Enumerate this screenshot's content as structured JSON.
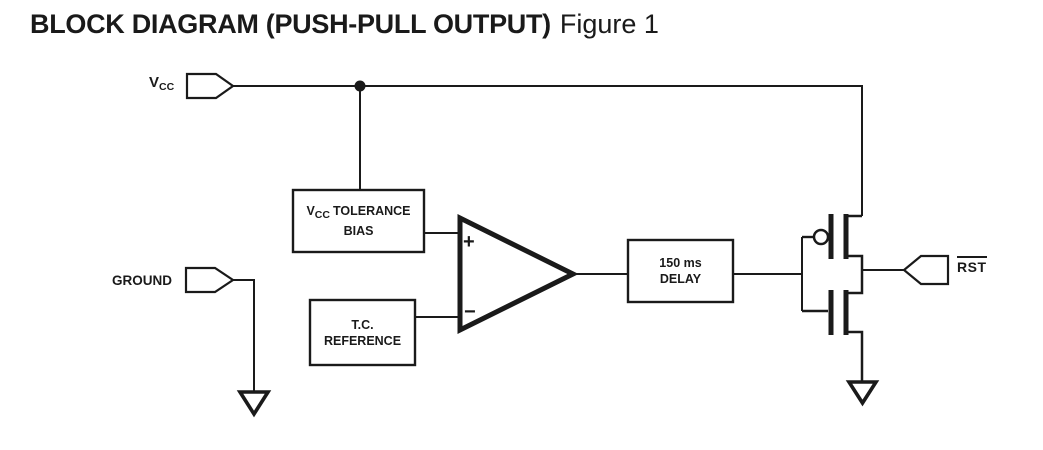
{
  "title": {
    "bold": "BLOCK DIAGRAM (PUSH-PULL OUTPUT)",
    "regular": "Figure 1"
  },
  "pins": {
    "vcc": {
      "main": "V",
      "sub": "CC"
    },
    "ground": {
      "label": "GROUND"
    },
    "rst": {
      "label": "RST"
    }
  },
  "blocks": {
    "bias": {
      "l1_main": "V",
      "l1_sub": "CC",
      "l1_rest": "TOLERANCE",
      "l2": "BIAS"
    },
    "tc": {
      "l1": "T.C.",
      "l2": "REFERENCE"
    },
    "delay": {
      "l1": "150 ms",
      "l2": "DELAY"
    }
  },
  "comparator": {
    "plus": "+",
    "minus": "−"
  },
  "colors": {
    "ink": "#1a1a1a",
    "paper": "#ffffff"
  }
}
